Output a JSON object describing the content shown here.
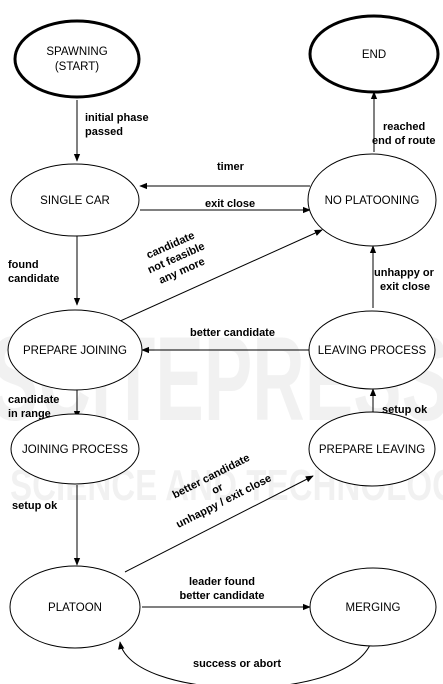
{
  "diagram": {
    "states": {
      "spawning": [
        "SPAWNING",
        "(START)"
      ],
      "end": [
        "END"
      ],
      "single_car": [
        "SINGLE CAR"
      ],
      "no_platooning": [
        "NO PLATOONING"
      ],
      "prepare_joining": [
        "PREPARE JOINING"
      ],
      "leaving_process": [
        "LEAVING PROCESS"
      ],
      "joining_process": [
        "JOINING PROCESS"
      ],
      "prepare_leaving": [
        "PREPARE LEAVING"
      ],
      "platoon": [
        "PLATOON"
      ],
      "merging": [
        "MERGING"
      ]
    },
    "transitions": {
      "initial_phase": [
        "initial phase",
        "passed"
      ],
      "reached_end": [
        "reached",
        "end of route"
      ],
      "timer": [
        "timer"
      ],
      "exit_close": [
        "exit close"
      ],
      "found_candidate": [
        "found",
        "candidate"
      ],
      "not_feasible": [
        "candidate",
        "not feasible",
        "any more"
      ],
      "unhappy_exit": [
        "unhappy or",
        "exit close"
      ],
      "better_candidate": [
        "better candidate"
      ],
      "candidate_in_range": [
        "candidate",
        "in range"
      ],
      "setup_ok_leave": [
        "setup ok"
      ],
      "setup_ok_join": [
        "setup ok"
      ],
      "better_or_unhappy": [
        "better candidate",
        "or",
        "unhappy / exit close"
      ],
      "leader_found": [
        "leader found",
        "better candidate"
      ],
      "success_abort": [
        "success or abort"
      ]
    }
  },
  "watermark": {
    "letters": "SCITEPRESS",
    "line": "SCIENCE AND TECHNOLOGY"
  }
}
